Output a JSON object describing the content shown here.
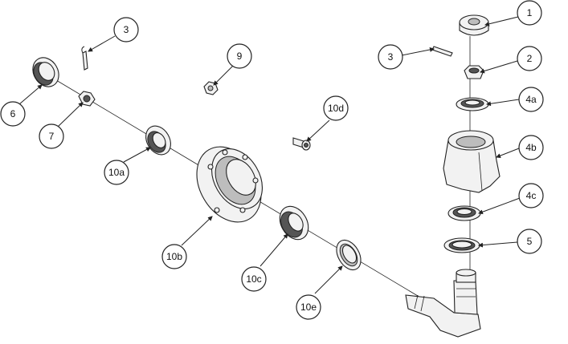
{
  "callouts": [
    {
      "id": "c1",
      "label": "1"
    },
    {
      "id": "c2",
      "label": "2"
    },
    {
      "id": "c3a",
      "label": "3"
    },
    {
      "id": "c3b",
      "label": "3"
    },
    {
      "id": "c4a",
      "label": "4a"
    },
    {
      "id": "c4b",
      "label": "4b"
    },
    {
      "id": "c4c",
      "label": "4c"
    },
    {
      "id": "c5",
      "label": "5"
    },
    {
      "id": "c6",
      "label": "6"
    },
    {
      "id": "c7",
      "label": "7"
    },
    {
      "id": "c9",
      "label": "9"
    },
    {
      "id": "c10a",
      "label": "10a"
    },
    {
      "id": "c10b",
      "label": "10b"
    },
    {
      "id": "c10c",
      "label": "10c"
    },
    {
      "id": "c10d",
      "label": "10d"
    },
    {
      "id": "c10e",
      "label": "10e"
    }
  ]
}
